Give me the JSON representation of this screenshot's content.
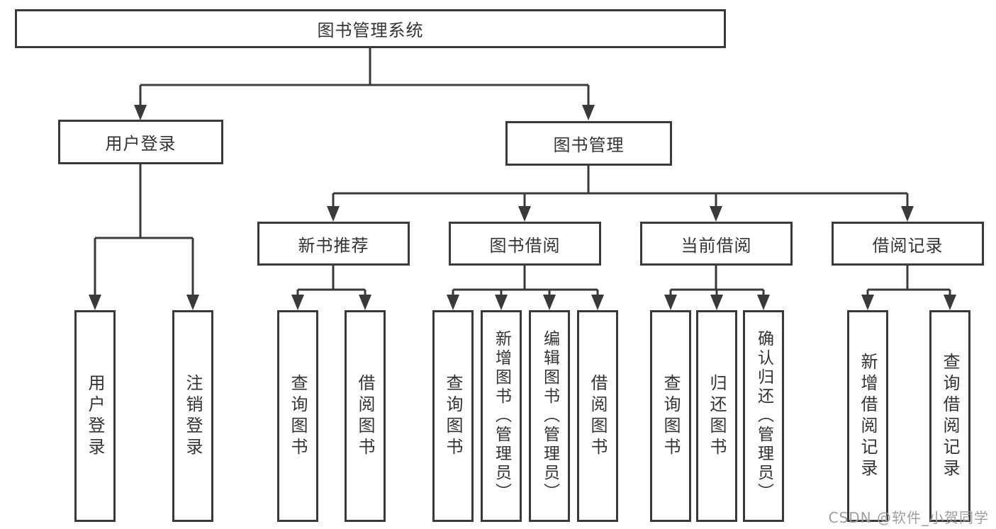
{
  "colors": {
    "line": "#3a3a3a",
    "text": "#333333",
    "box_bg": "#ffffff",
    "watermark": "#9e9e9e"
  },
  "watermark": {
    "text": "CSDN @软件_小贺同学"
  },
  "tree": {
    "root": {
      "label": "图书管理系统",
      "children": [
        {
          "label": "用户登录",
          "children": [
            {
              "label": "用户登录"
            },
            {
              "label": "注销登录"
            }
          ]
        },
        {
          "label": "图书管理",
          "children": [
            {
              "label": "新书推荐",
              "children": [
                {
                  "label": "查询图书"
                },
                {
                  "label": "借阅图书"
                }
              ]
            },
            {
              "label": "图书借阅",
              "children": [
                {
                  "label": "查询图书"
                },
                {
                  "label": "新增图书（管理员）"
                },
                {
                  "label": "编辑图书（管理员）"
                },
                {
                  "label": "借阅图书"
                }
              ]
            },
            {
              "label": "当前借阅",
              "children": [
                {
                  "label": "查询图书"
                },
                {
                  "label": "归还图书"
                },
                {
                  "label": "确认归还（管理员）"
                }
              ]
            },
            {
              "label": "借阅记录",
              "children": [
                {
                  "label": "新增借阅记录"
                },
                {
                  "label": "查询借阅记录"
                }
              ]
            }
          ]
        }
      ]
    }
  }
}
